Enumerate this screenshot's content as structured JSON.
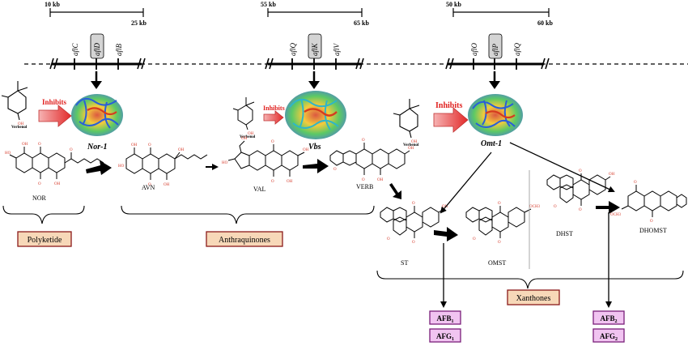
{
  "scales": [
    {
      "left": "10 kb",
      "right": "25 kb"
    },
    {
      "left": "55 kb",
      "right": "65 kb"
    },
    {
      "left": "50 kb",
      "right": "60 kb"
    }
  ],
  "genes": {
    "cluster1": [
      "aflC",
      "aflD",
      "aflB"
    ],
    "cluster2": [
      "aflQ",
      "aflK",
      "aflV"
    ],
    "cluster3": [
      "aflO",
      "aflP",
      "aflQ"
    ]
  },
  "proteins": [
    "Nor-1",
    "Vbs",
    "Omt-1"
  ],
  "inhibitor": {
    "label": "Inhibits",
    "compound": "Verbenol"
  },
  "compounds": {
    "nor": "NOR",
    "avn": "AVN",
    "val": "VAL",
    "verb": "VERB",
    "st": "ST",
    "omst": "OMST",
    "dhst": "DHST",
    "dhomst": "DHOMST"
  },
  "groups": {
    "polyketide": "Polyketide",
    "anthraquinones": "Anthraquinones",
    "xanthones": "Xanthones"
  },
  "aflatoxins": {
    "afb1": {
      "base": "AFB",
      "sub": "1"
    },
    "afg1": {
      "base": "AFG",
      "sub": "1"
    },
    "afb2": {
      "base": "AFB",
      "sub": "2"
    },
    "afg2": {
      "base": "AFG",
      "sub": "2"
    }
  },
  "colors": {
    "inhibit_text": "#e0201e",
    "inhibit_arrow": "#e63b3b",
    "group_box_fill": "#f7d8b8",
    "group_box_border": "#8b1a1a",
    "afla_box_fill": "#f1c4f1",
    "afla_box_border": "#7a1f7a",
    "gene_box_fill": "#d4d4d4",
    "structure_red": "#d63a2a"
  }
}
